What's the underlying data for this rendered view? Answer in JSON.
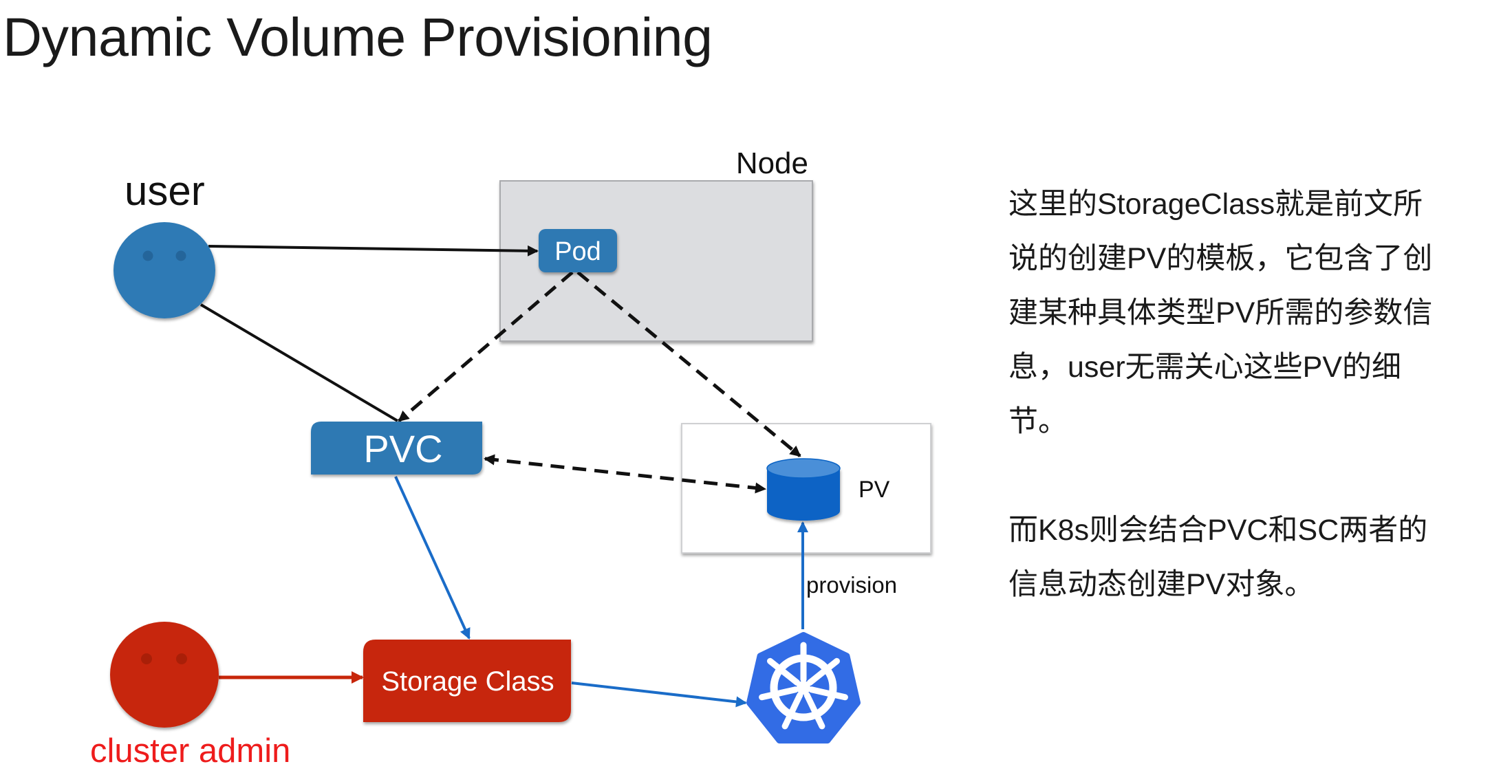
{
  "slide": {
    "title": "Dynamic Volume Provisioning"
  },
  "diagram": {
    "user_label": "user",
    "node_label": "Node",
    "pod_label": "Pod",
    "pvc_label": "PVC",
    "pv_label": "PV",
    "provision_label": "provision",
    "storage_class_label": "Storage Class",
    "cluster_admin_label": "cluster admin",
    "kubernetes_icon": "kubernetes-helm-wheel",
    "user_icon": "user-face-circle",
    "admin_icon": "admin-face-circle",
    "pv_icon": "storage-cylinder",
    "colors": {
      "user_blue": "#2e7ab5",
      "pod_blue": "#2f79b3",
      "node_gray": "#dcdde0",
      "storage_red": "#c7260a",
      "admin_text_red": "#ee1c1c",
      "cylinder_blue": "#0a63c5",
      "cylinder_top": "#4a8fd8",
      "k8s_blue": "#326ce5",
      "arrow_blue": "#1a6cc8",
      "arrow_black": "#111111"
    }
  },
  "description": {
    "paragraph_1": [
      "这里的StorageClass就是前文所",
      "说的创建PV的模板，它包含了创",
      "建某种具体类型PV所需的参数信",
      "息，user无需关心这些PV的细",
      "节。"
    ],
    "paragraph_2": [
      "而K8s则会结合PVC和SC两者的",
      "信息动态创建PV对象。"
    ]
  }
}
